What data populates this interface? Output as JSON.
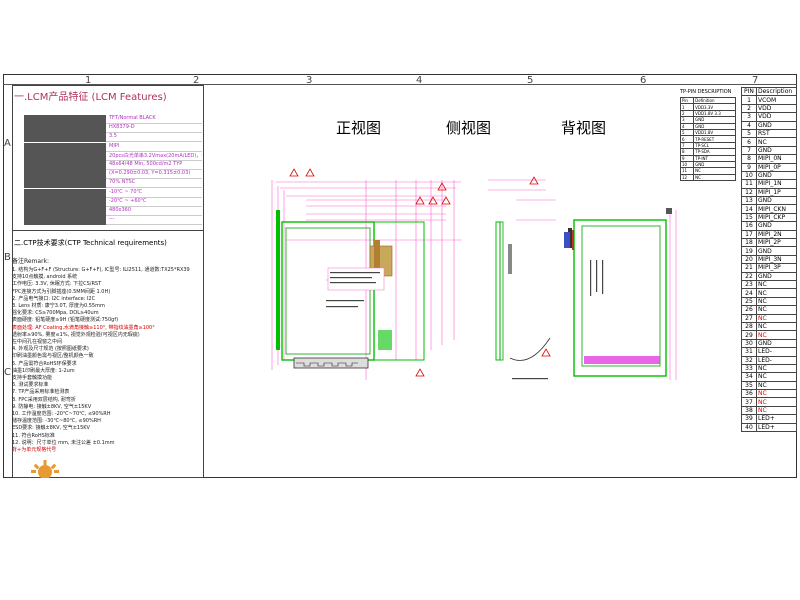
{
  "grid": {
    "columns": [
      "1",
      "2",
      "3",
      "4",
      "5",
      "6",
      "7"
    ],
    "rows": [
      "A",
      "B",
      "C"
    ]
  },
  "lcm": {
    "title": "一.LCM产品特征 (LCM Features)",
    "features": [
      {
        "key": "",
        "value": "TFT/Normal BLACK"
      },
      {
        "key": "",
        "value": "HX8379-D"
      },
      {
        "key": "",
        "value": "3.5"
      },
      {
        "key": "",
        "value": "MIPI"
      },
      {
        "key": "",
        "value": "20pcs白光单串3.2Vmax(20mA/LED)，电压：29V~32V"
      },
      {
        "key": "",
        "value": "48x64/48 Min, 500cd/m2 TYP"
      },
      {
        "key": "",
        "value": "(X=0.290±0.03, Y=0.315±0.03)"
      },
      {
        "key": "",
        "value": "70% NTSC"
      },
      {
        "key": "",
        "value": "-10℃ ~ 70℃"
      },
      {
        "key": "",
        "value": "-20℃ ~ +60℃"
      },
      {
        "key": "",
        "value": "480x360"
      },
      {
        "key": "",
        "value": "---"
      }
    ]
  },
  "ctp": {
    "title": "二.CTP技术要求(CTP Technical requirements)",
    "remark": "备注Remark:",
    "lines": [
      {
        "text": "1. 结构为G+F+F (Structure: G+F+F), IC型号: ILI2511, 通道数:TX25*RX39",
        "red": false
      },
      {
        "text": "   支持10点触摸, android 系统",
        "red": false
      },
      {
        "text": "   工作电压: 3.3V, 休眠方式: 下拉CS/RST",
        "red": false
      },
      {
        "text": "   FPC连接方式为引脚插座(0.5MM间距 1.0H)",
        "red": false
      },
      {
        "text": "2. 产品电气接口: I2C  interface: I2C",
        "red": false
      },
      {
        "text": "3. Lens 材质: 康宁3.0T, 厚度为0.55mm",
        "red": false
      },
      {
        "text": "   强化要求: CS≥700Mpa, DOL≥40um",
        "red": false
      },
      {
        "text": "   表面硬度: 铅笔硬度≥9H (铅笔硬度测试:750gf)",
        "red": false
      },
      {
        "text": "   表面处理: AF Coating,水滴角接触≥110°, 带指纹油墨角≥100°",
        "red": true
      },
      {
        "text": "   透射率≥90%, 雾度≤1%, 视觉外观检验(可视区内无瑕疵)",
        "red": false
      },
      {
        "text": "   左中间孔在视窗之中间",
        "red": false
      },
      {
        "text": "4. 外观及尺寸规范 (按照图纸要求)",
        "red": false
      },
      {
        "text": "   印刷油墨颜色需与视区/整机颜色一致",
        "red": false
      },
      {
        "text": "5. 产品需符合RoHS环保要求",
        "red": false
      },
      {
        "text": "   油墨1印刷最大厚度: 1-2um",
        "red": false
      },
      {
        "text": "   支持手套触摸功能",
        "red": false
      },
      {
        "text": "6. 测试要求标准",
        "red": false
      },
      {
        "text": "7. TP产品采用标准检测表",
        "red": false
      },
      {
        "text": "8. FPC采用双层结构, 耐弯折",
        "red": false
      },
      {
        "text": "9. 防静电: 接触±8KV, 空气±15KV",
        "red": false
      },
      {
        "text": "10. 工作温度范围: -20℃~70℃, ≤90%RH",
        "red": false
      },
      {
        "text": "    储存温度范围: -30℃~80℃, ≤90%RH",
        "red": false
      },
      {
        "text": "    ESD要求: 接触±8KV, 空气±15KV",
        "red": false
      },
      {
        "text": "11. 符合RoHS标准",
        "red": false
      },
      {
        "text": "12. 说明：尺寸单位 mm, 未注公差 ±0.1mm",
        "red": false
      },
      {
        "text": "    背+为单元规格代号",
        "red": true
      }
    ]
  },
  "views": {
    "front": "正视图",
    "side": "侧视图",
    "back": "背视图"
  },
  "tp_pin": {
    "title": "TP-PIN DESCRIPTION",
    "header": [
      "Pin",
      "Definition"
    ],
    "rows": [
      [
        "1",
        "VDD3.3V"
      ],
      [
        "2",
        "VDD1.8V 3.3"
      ],
      [
        "3",
        "GND"
      ],
      [
        "4",
        "GND"
      ],
      [
        "5",
        "VDD1.8V"
      ],
      [
        "6",
        "TP-RESET"
      ],
      [
        "7",
        "TP-SCL"
      ],
      [
        "8",
        "TP-SDA"
      ],
      [
        "9",
        "TP-INT"
      ],
      [
        "10",
        "GND"
      ],
      [
        "11",
        "NC"
      ],
      [
        "12",
        "NC"
      ]
    ]
  },
  "lcd_pin": {
    "header": [
      "PIN",
      "Description"
    ],
    "rows": [
      {
        "n": "1",
        "name": "VCOM",
        "red": false
      },
      {
        "n": "2",
        "name": "VDD",
        "red": false
      },
      {
        "n": "3",
        "name": "VDD",
        "red": false
      },
      {
        "n": "4",
        "name": "GND",
        "red": false
      },
      {
        "n": "5",
        "name": "RST",
        "red": false
      },
      {
        "n": "6",
        "name": "NC",
        "red": false
      },
      {
        "n": "7",
        "name": "GND",
        "red": false
      },
      {
        "n": "8",
        "name": "MIPI_0N",
        "red": false
      },
      {
        "n": "9",
        "name": "MIPI_0P",
        "red": false
      },
      {
        "n": "10",
        "name": "GND",
        "red": false
      },
      {
        "n": "11",
        "name": "MIPI_1N",
        "red": false
      },
      {
        "n": "12",
        "name": "MIPI_1P",
        "red": false
      },
      {
        "n": "13",
        "name": "GND",
        "red": false
      },
      {
        "n": "14",
        "name": "MIPI_CKN",
        "red": false
      },
      {
        "n": "15",
        "name": "MIPI_CKP",
        "red": false
      },
      {
        "n": "16",
        "name": "GND",
        "red": false
      },
      {
        "n": "17",
        "name": "MIPI_2N",
        "red": false
      },
      {
        "n": "18",
        "name": "MIPI_2P",
        "red": false
      },
      {
        "n": "19",
        "name": "GND",
        "red": false
      },
      {
        "n": "20",
        "name": "MIPI_3N",
        "red": false
      },
      {
        "n": "21",
        "name": "MIPI_3P",
        "red": false
      },
      {
        "n": "22",
        "name": "GND",
        "red": false
      },
      {
        "n": "23",
        "name": "NC",
        "red": false
      },
      {
        "n": "24",
        "name": "NC",
        "red": false
      },
      {
        "n": "25",
        "name": "NC",
        "red": false
      },
      {
        "n": "26",
        "name": "NC",
        "red": false
      },
      {
        "n": "27",
        "name": "NC",
        "red": true
      },
      {
        "n": "28",
        "name": "NC",
        "red": false
      },
      {
        "n": "29",
        "name": "NC",
        "red": true
      },
      {
        "n": "30",
        "name": "GND",
        "red": false
      },
      {
        "n": "31",
        "name": "LED-",
        "red": false
      },
      {
        "n": "32",
        "name": "LED-",
        "red": false
      },
      {
        "n": "33",
        "name": "NC",
        "red": false
      },
      {
        "n": "34",
        "name": "NC",
        "red": false
      },
      {
        "n": "35",
        "name": "NC",
        "red": false
      },
      {
        "n": "36",
        "name": "NC",
        "red": true
      },
      {
        "n": "37",
        "name": "NC",
        "red": true
      },
      {
        "n": "38",
        "name": "NC",
        "red": true
      },
      {
        "n": "39",
        "name": "LED+",
        "red": false
      },
      {
        "n": "40",
        "name": "LED+",
        "red": false
      }
    ]
  },
  "colors": {
    "outline": "#00c000",
    "dimension": "#ff66cc",
    "warning": "#e00000",
    "feature_text": "#b030c0"
  }
}
